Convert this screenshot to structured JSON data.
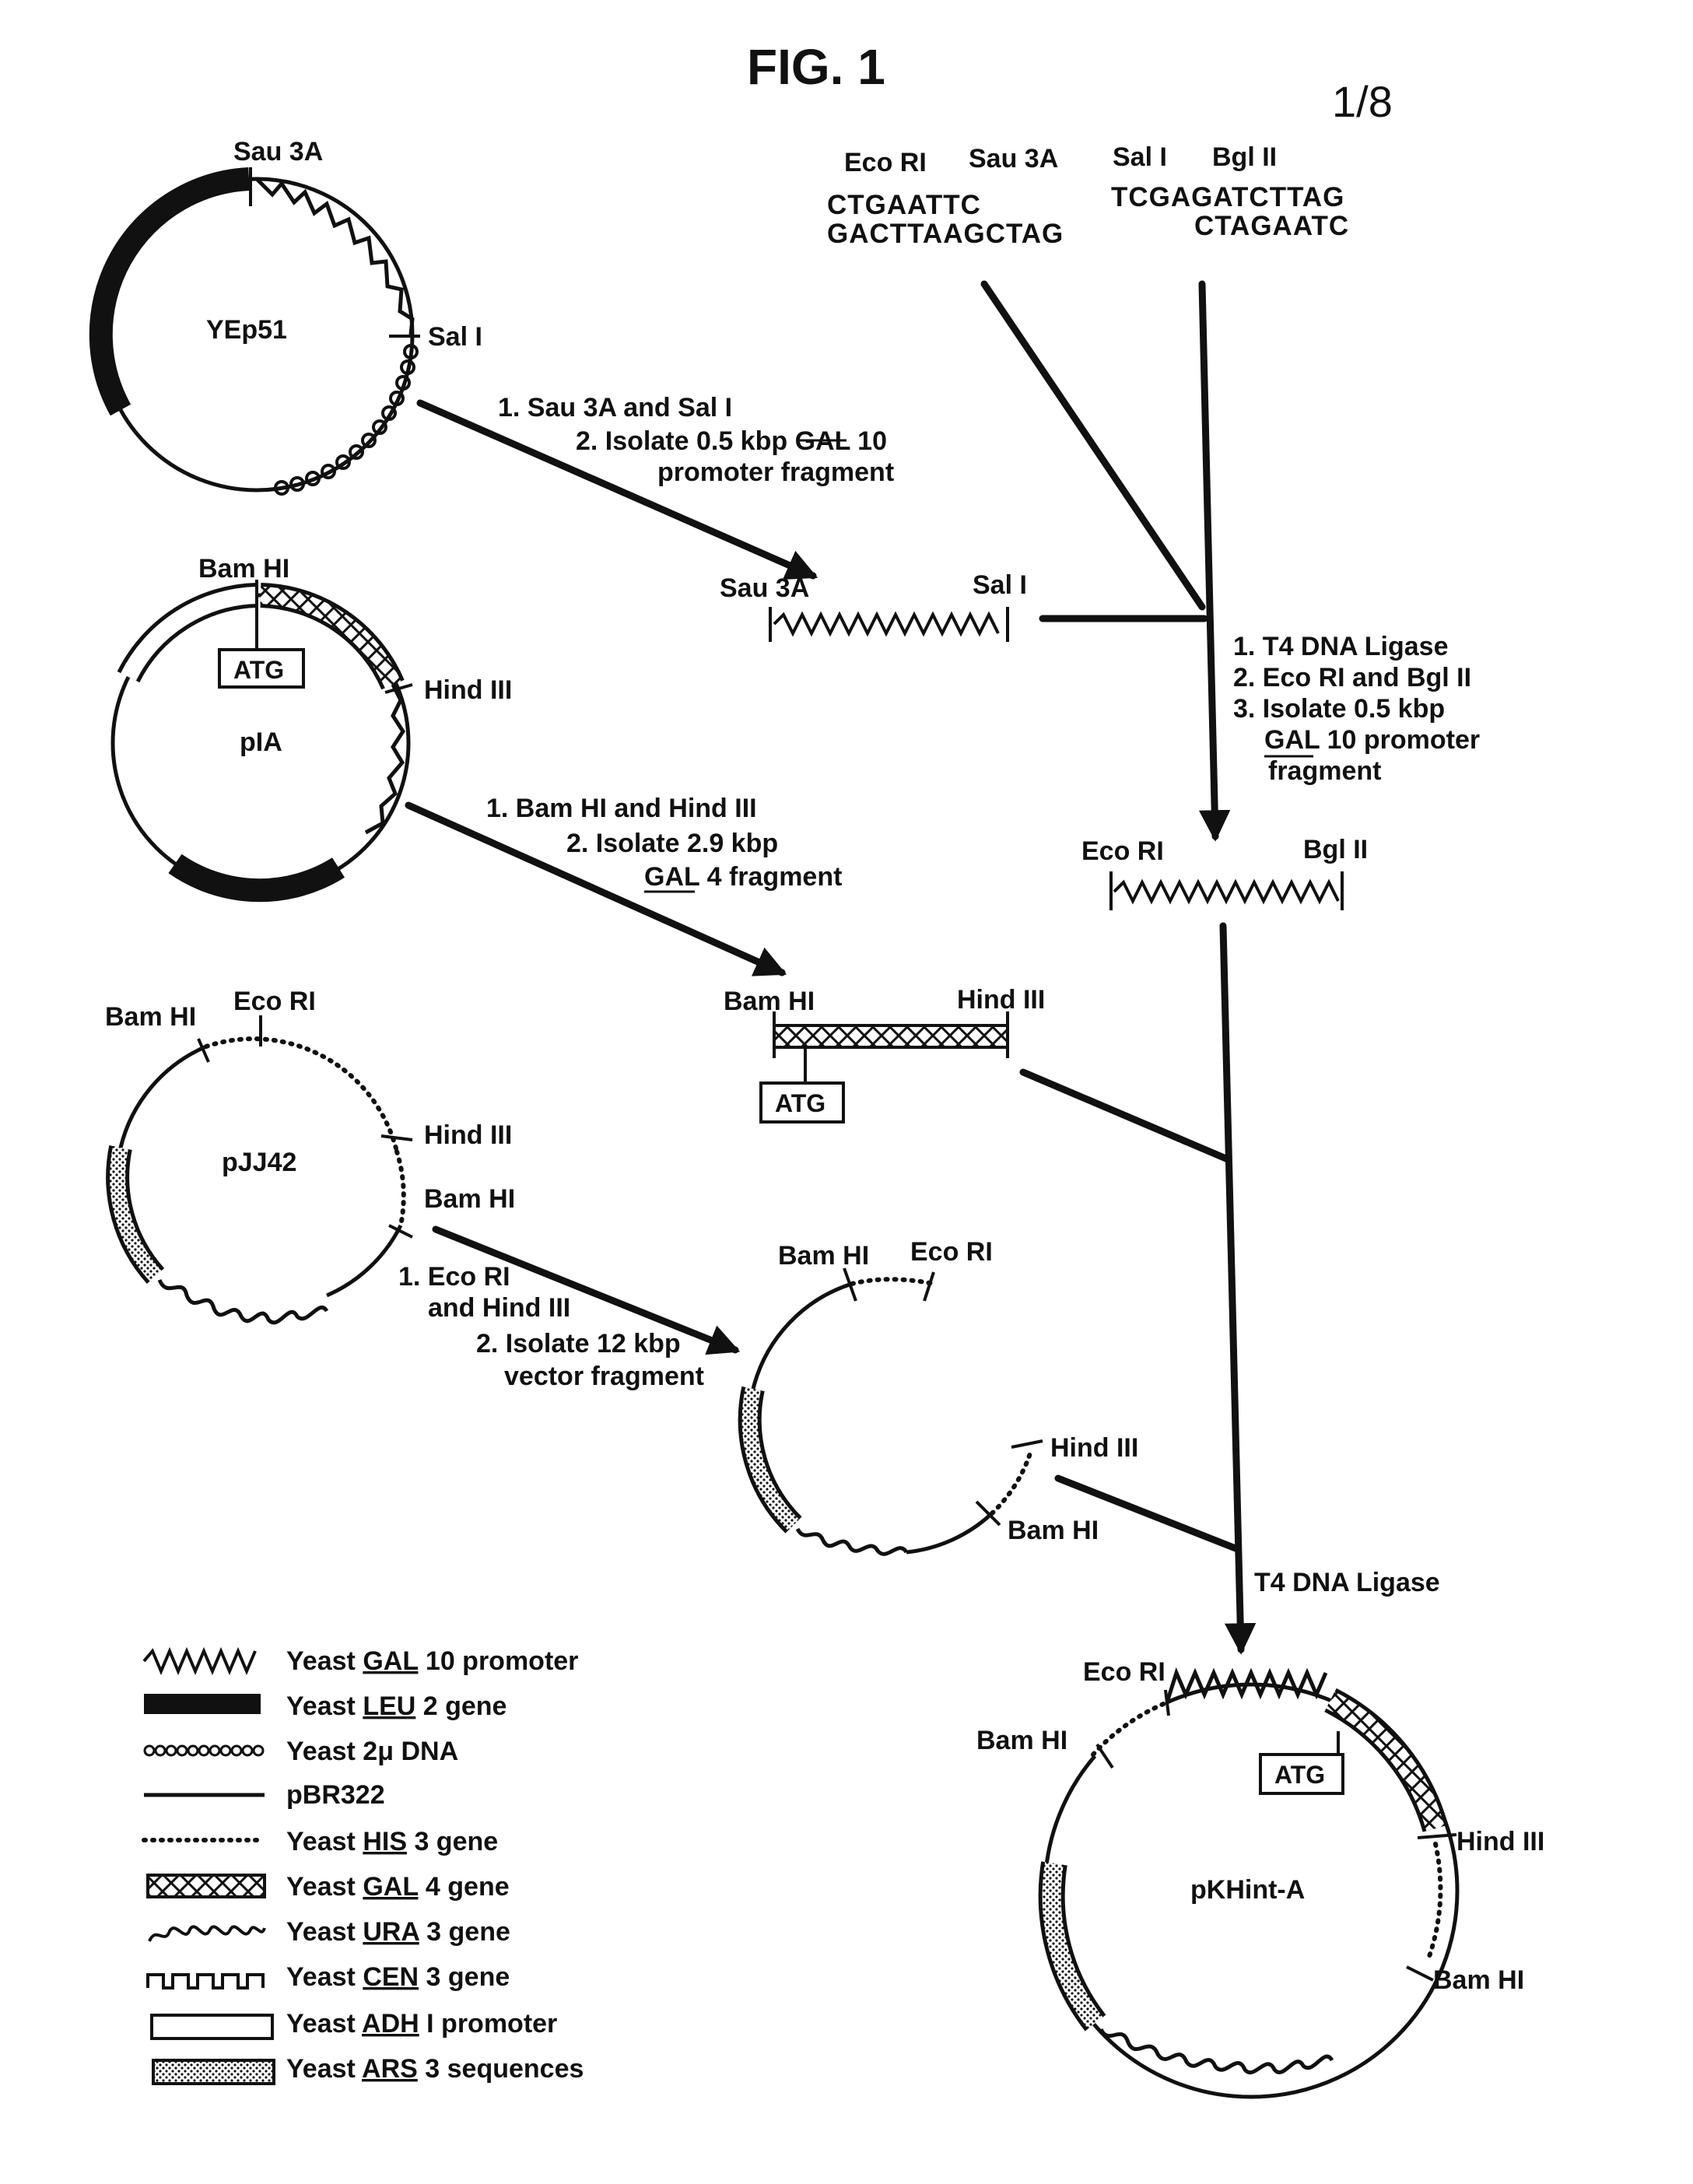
{
  "figure": {
    "title": "FIG. 1",
    "sheet": "1/8"
  },
  "colors": {
    "ink": "#111111",
    "paper": "#ffffff"
  },
  "plasmids": {
    "yep51": {
      "name": "YEp51",
      "sites": [
        "Sau 3A",
        "Sal I"
      ]
    },
    "pia": {
      "name": "pIA",
      "sites": [
        "Bam HI",
        "Hind III"
      ],
      "box": "ATG"
    },
    "pjj42": {
      "name": "pJJ42",
      "sites": [
        "Bam HI",
        "Eco RI",
        "Hind III",
        "Bam HI"
      ]
    },
    "vector": {
      "sites": [
        "Bam HI",
        "Eco RI",
        "Hind III",
        "Bam HI"
      ]
    },
    "pkhint": {
      "name": "pKHint-A",
      "sites": [
        "Eco RI",
        "Bam HI",
        "Hind III",
        "Bam HI"
      ],
      "box": "ATG"
    }
  },
  "linker": {
    "sites": [
      "Eco RI",
      "Sau 3A",
      "Sal I",
      "Bgl II"
    ],
    "seq_left_top": "CTGAATTC",
    "seq_left_bottom": "GACTTAAGCTAG",
    "seq_right_top": "TCGAGATCTTAG",
    "seq_right_bottom": "CTAGAATC"
  },
  "fragments": {
    "gal10_sau": {
      "left": "Sau 3A",
      "right": "Sal I"
    },
    "gal10_eco": {
      "left": "Eco RI",
      "right": "Bgl II"
    },
    "gal4": {
      "left": "Bam HI",
      "right": "Hind III",
      "box": "ATG"
    }
  },
  "steps": {
    "yep51": [
      "1. Sau 3A and Sal I",
      "2. Isolate 0.5 kbp GAL 10",
      "promoter  fragment"
    ],
    "pia": [
      "1. Bam HI and Hind III",
      "2. Isolate 2.9 kbp",
      "GAL 4 fragment"
    ],
    "pjj42": [
      "1. Eco RI",
      "and Hind III",
      "2. Isolate 12 kbp",
      "vector fragment"
    ],
    "ligation1": [
      "1. T4 DNA Ligase",
      "2. Eco RI and Bgl II",
      "3. Isolate 0.5 kbp",
      "GAL 10 promoter",
      "fragment"
    ],
    "ligation2": [
      "T4 DNA Ligase"
    ]
  },
  "legend": [
    {
      "symbol": "zigzag",
      "pre": "Yeast ",
      "gene": "GAL",
      "post": " 10 promoter"
    },
    {
      "symbol": "solid-bar",
      "pre": "Yeast ",
      "gene": "LEU",
      "post": " 2 gene"
    },
    {
      "symbol": "small-circles",
      "pre": "Yeast 2μ DNA",
      "gene": "",
      "post": ""
    },
    {
      "symbol": "line",
      "pre": "pBR322",
      "gene": "",
      "post": ""
    },
    {
      "symbol": "dotted",
      "pre": "Yeast ",
      "gene": "HIS",
      "post": " 3 gene"
    },
    {
      "symbol": "crosshatch",
      "pre": "Yeast ",
      "gene": "GAL",
      "post": " 4 gene"
    },
    {
      "symbol": "coil",
      "pre": "Yeast ",
      "gene": "URA",
      "post": " 3 gene"
    },
    {
      "symbol": "square-wave",
      "pre": "Yeast ",
      "gene": "CEN",
      "post": " 3 gene"
    },
    {
      "symbol": "open-box",
      "pre": "Yeast ",
      "gene": "ADH",
      "post": " I promoter"
    },
    {
      "symbol": "stipple",
      "pre": "Yeast ",
      "gene": "ARS",
      "post": " 3 sequences"
    }
  ]
}
